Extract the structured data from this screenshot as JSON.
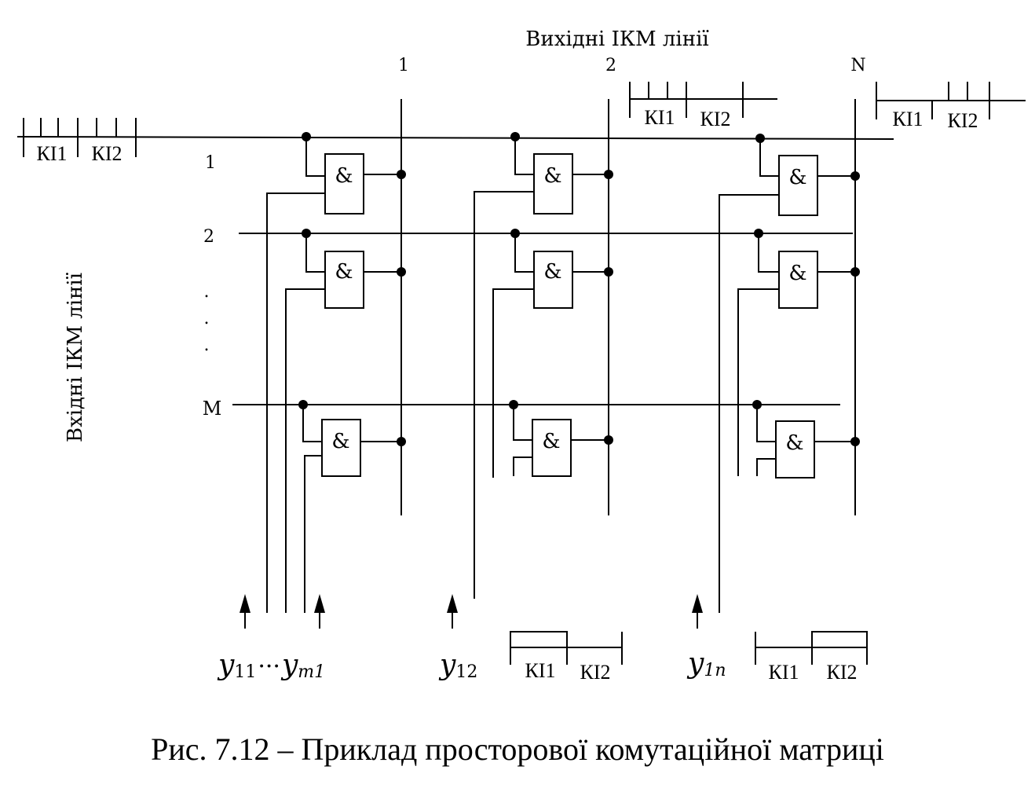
{
  "figure": {
    "output_title": "Вихідні ІКМ лінії",
    "input_title": "Вхідні ІКМ лінії",
    "output_labels": [
      "1",
      "2",
      "N"
    ],
    "input_labels": [
      "1",
      "2",
      ".",
      ".",
      ".",
      "M"
    ],
    "gate_symbol": "&",
    "slot_labels": [
      "КІ1",
      "КІ2"
    ],
    "control_labels": {
      "y11": {
        "base": "y",
        "sub": "11"
      },
      "dots": "···",
      "ym1": {
        "base": "y",
        "sub": "m1"
      },
      "y12": {
        "base": "y",
        "sub": "12"
      },
      "y1n": {
        "base": "y",
        "sub": "1n"
      }
    },
    "caption": "Рис. 7.12 – Приклад просторової комутаційної матриці"
  }
}
